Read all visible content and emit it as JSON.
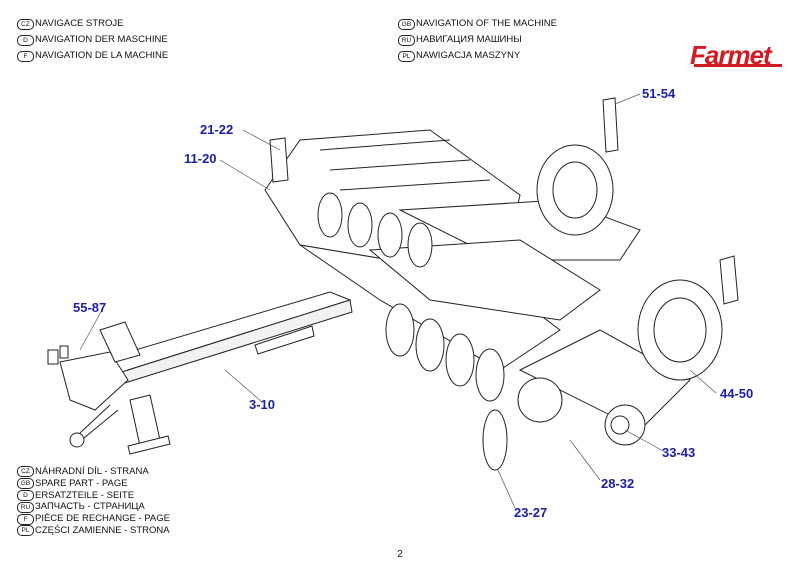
{
  "header": {
    "left": [
      {
        "code": "CZ",
        "text": "NAVIGACE STROJE"
      },
      {
        "code": "D",
        "text": "NAVIGATION DER MASCHINE"
      },
      {
        "code": "F",
        "text": "NAVIGATION DE LA MACHINE"
      }
    ],
    "right": [
      {
        "code": "GB",
        "text": "NAVIGATION OF THE MACHINE"
      },
      {
        "code": "RU",
        "text": "НАВИГАЦИЯ МАШИНЫ"
      },
      {
        "code": "PL",
        "text": "NAWIGACJA MASZYNY"
      }
    ]
  },
  "logo": {
    "text": "Farmet",
    "color": "#d01c22"
  },
  "callouts": {
    "c51_54": "51-54",
    "c21_22": "21-22",
    "c11_20": "11-20",
    "c55_87": "55-87",
    "c3_10": "3-10",
    "c44_50": "44-50",
    "c33_43": "33-43",
    "c28_32": "28-32",
    "c23_27": "23-27"
  },
  "callout_color": "#1b1fa6",
  "footer": [
    {
      "code": "CZ",
      "text": "NÁHRADNÍ DÍL - STRANA"
    },
    {
      "code": "GB",
      "text": "SPARE PART - PAGE"
    },
    {
      "code": "D",
      "text": "ERSATZTEILE - SEITE"
    },
    {
      "code": "RU",
      "text": "ЗАПЧАСТЬ - СТРАНИЦА"
    },
    {
      "code": "F",
      "text": "PIÈCE DE RECHANGE - PAGE"
    },
    {
      "code": "PL",
      "text": "CZĘŚCI ZAMIENNE - STRONA"
    }
  ],
  "page_number": "2"
}
